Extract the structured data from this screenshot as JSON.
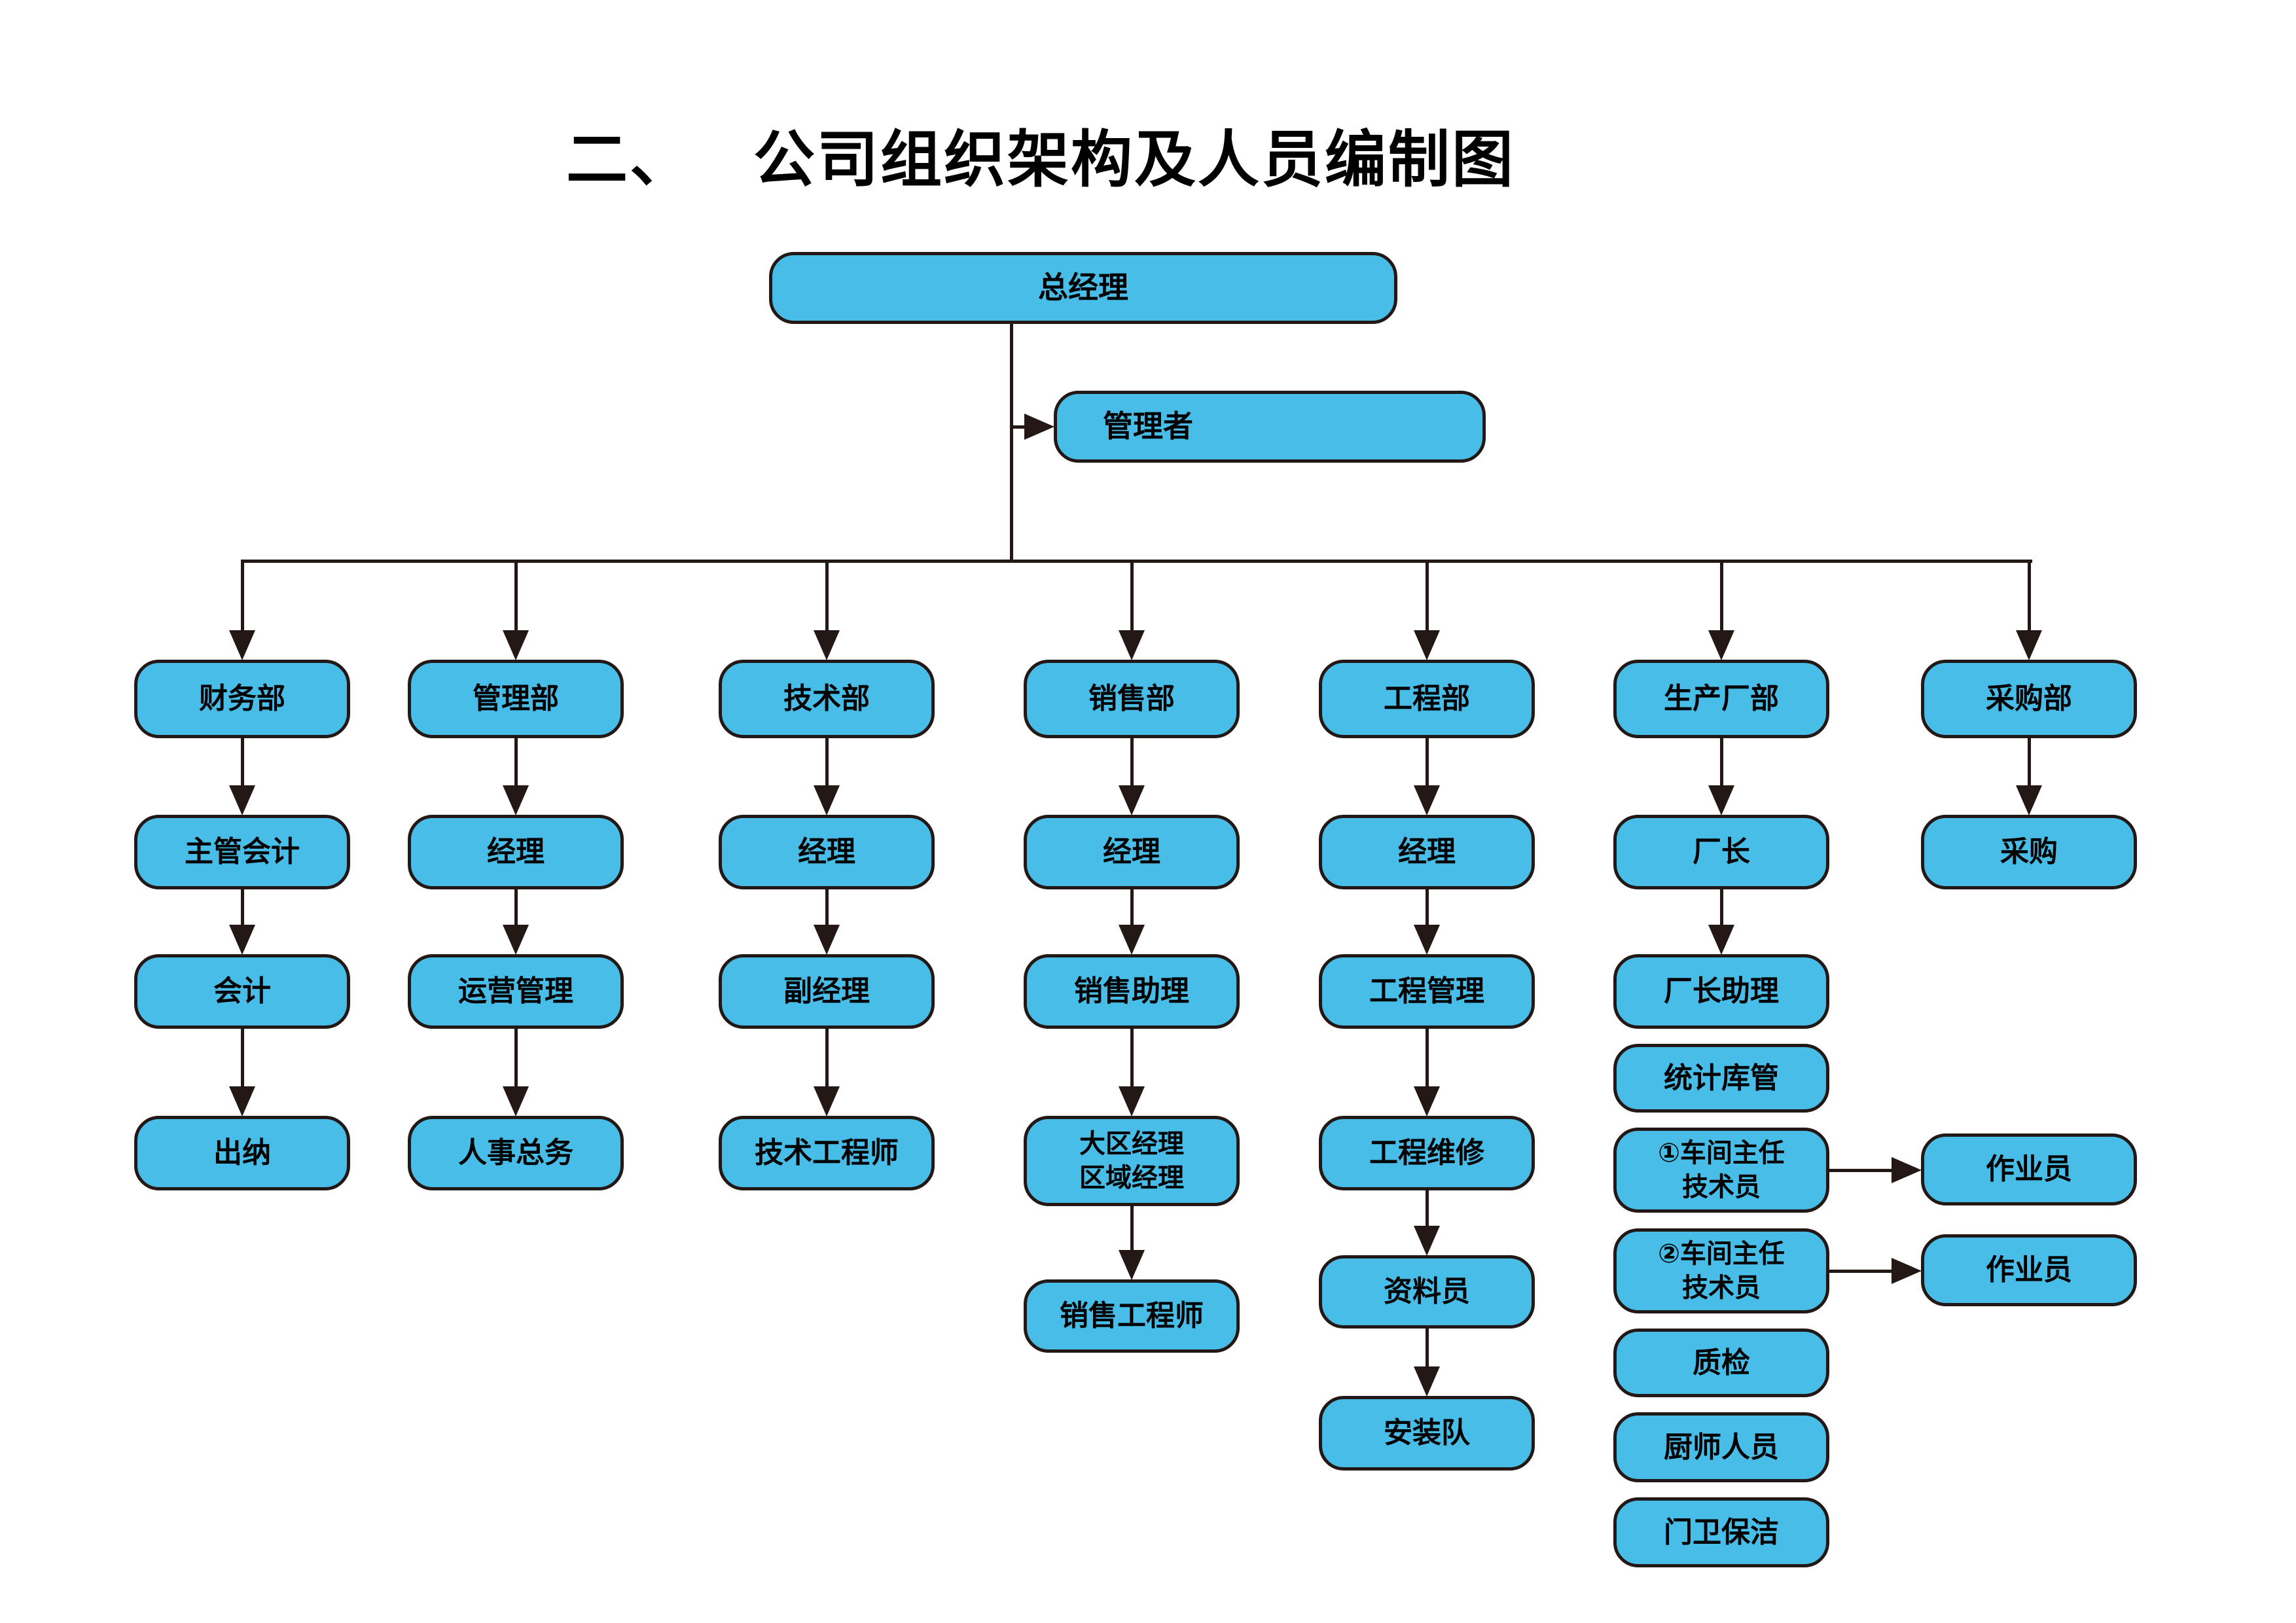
{
  "title": {
    "prefix": "二、",
    "text": "公司组织架构及人员编制图"
  },
  "colors": {
    "box_fill": "#47BDE8",
    "box_border": "#231815",
    "line": "#231815",
    "background": "#FFFFFF",
    "text": "#000000"
  },
  "chart": {
    "root": "总经理",
    "assistant": "管理者",
    "columns": [
      {
        "dept": "财务部",
        "roles": [
          "主管会计",
          "会计",
          "出纳"
        ]
      },
      {
        "dept": "管理部",
        "roles": [
          "经理",
          "运营管理",
          "人事总务"
        ]
      },
      {
        "dept": "技术部",
        "roles": [
          "经理",
          "副经理",
          "技术工程师"
        ]
      },
      {
        "dept": "销售部",
        "roles": [
          "经理",
          "销售助理",
          "大区经理\n区域经理",
          "销售工程师"
        ]
      },
      {
        "dept": "工程部",
        "roles": [
          "经理",
          "工程管理",
          "工程维修",
          "资料员",
          "安装队"
        ]
      },
      {
        "dept": "生产厂部",
        "roles": [
          "厂长",
          "厂长助理",
          "统计库管",
          "①车间主任\n技术员",
          "②车间主任\n技术员",
          "质检",
          "厨师人员",
          "门卫保洁"
        ]
      },
      {
        "dept": "采购部",
        "roles": [
          "采购"
        ]
      }
    ],
    "workshop_workers": [
      "作业员",
      "作业员"
    ]
  }
}
